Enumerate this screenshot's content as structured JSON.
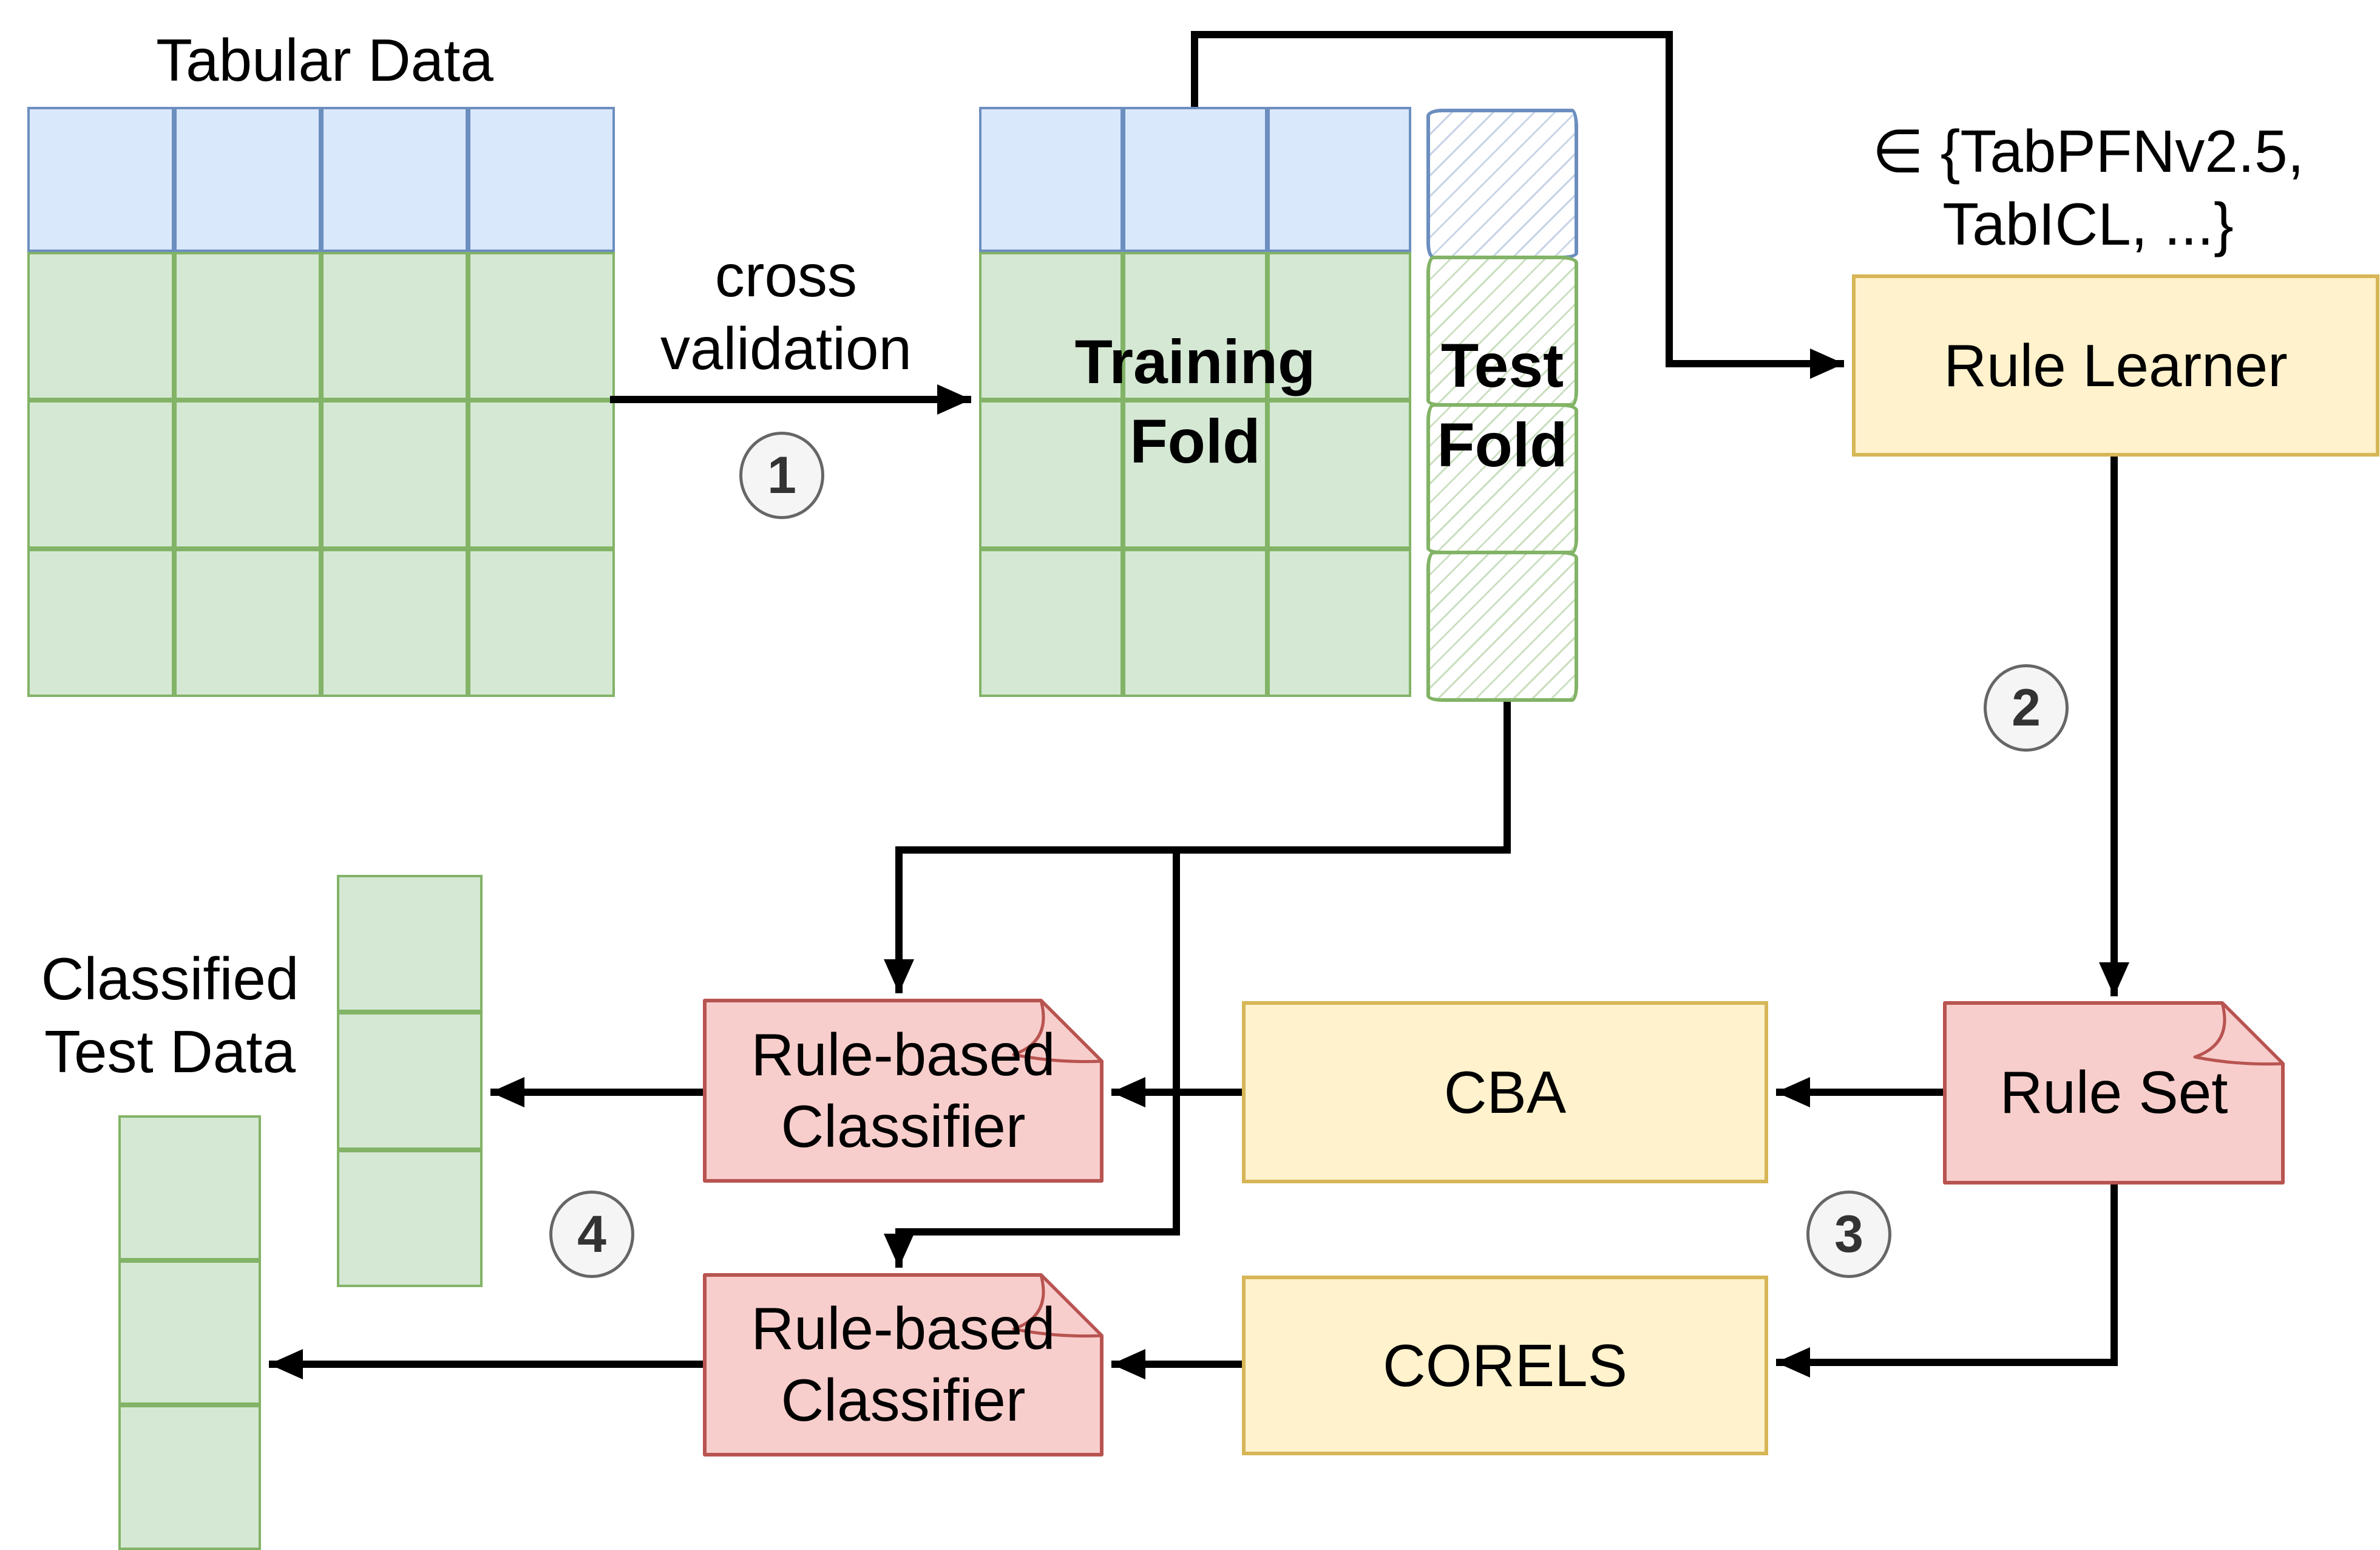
{
  "diagram": {
    "title": "Tabular Data",
    "steps": {
      "step1": "1",
      "step2": "2",
      "step3": "3",
      "step4": "4"
    },
    "labels": {
      "cross_validation": {
        "line1": "cross",
        "line2": "validation"
      },
      "training_fold": {
        "line1": "Training",
        "line2": "Fold"
      },
      "test_fold": {
        "line1": "Test",
        "line2": "Fold"
      },
      "rule_learner_annotation": {
        "line1": "∈ {TabPFNv2.5,",
        "line2": "TabICL, ...}"
      },
      "classified_test_data": {
        "line1": "Classified",
        "line2": "Test Data"
      }
    },
    "nodes": {
      "rule_learner": "Rule Learner",
      "rule_set": "Rule Set",
      "cba": "CBA",
      "corels": "CORELS",
      "classifier_cba": {
        "line1": "Rule-based",
        "line2": "Classifier"
      },
      "classifier_corels": {
        "line1": "Rule-based",
        "line2": "Classifier"
      }
    },
    "colors": {
      "header_blue_fill": "#dae8fc",
      "header_blue_stroke": "#6c8ebf",
      "data_green_fill": "#d5e8d4",
      "data_green_stroke": "#82b366",
      "process_yellow_fill": "#fff2cc",
      "process_yellow_stroke": "#d6b656",
      "artifact_red_fill": "#f8cecc",
      "artifact_red_stroke": "#b85450",
      "badge_fill": "#f5f5f5",
      "badge_stroke": "#666666",
      "wire": "#000000"
    }
  }
}
